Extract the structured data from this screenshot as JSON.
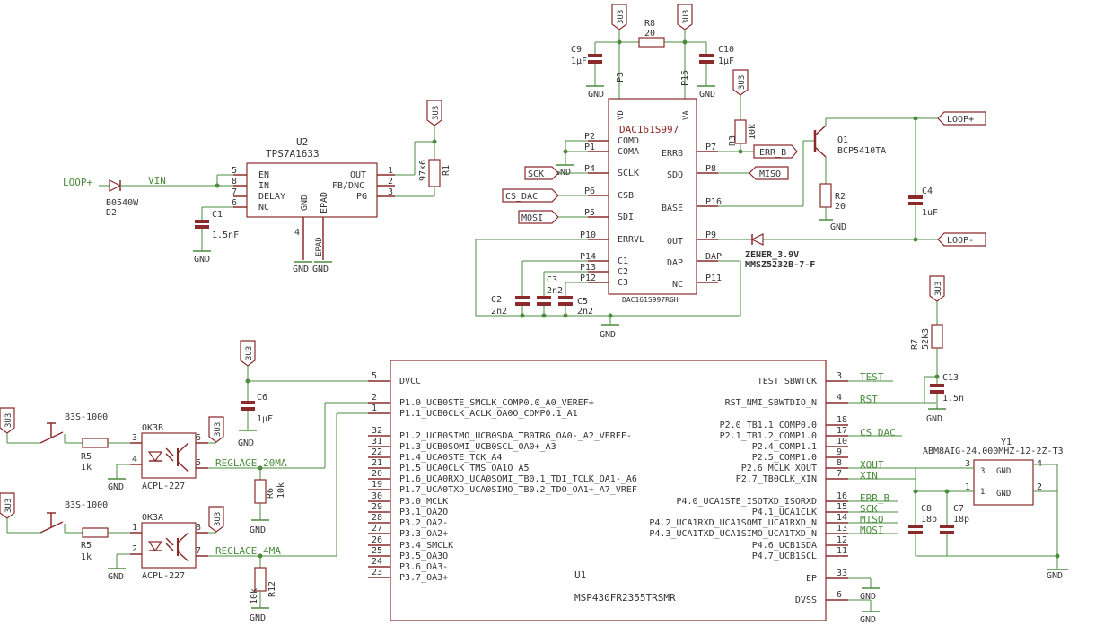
{
  "power": {
    "v33": "3U3",
    "gnd": "GND"
  },
  "u2": {
    "ref": "U2",
    "value": "TPS7A1633",
    "pins_left": [
      {
        "num": "5",
        "name": "EN"
      },
      {
        "num": "8",
        "name": "IN"
      },
      {
        "num": "7",
        "name": "DELAY"
      },
      {
        "num": "6",
        "name": "NC"
      }
    ],
    "pins_right": [
      {
        "num": "1",
        "name": "OUT"
      },
      {
        "num": "2",
        "name": "FB/DNC"
      },
      {
        "num": "3",
        "name": "PG"
      }
    ],
    "inner": [
      "GND",
      "EPAD"
    ],
    "pin_gnd": "4",
    "pin_epad": "EPAD"
  },
  "d2": {
    "ref": "D2",
    "value": "B0540W"
  },
  "c1": {
    "ref": "C1",
    "value": "1.5nF"
  },
  "r1": {
    "ref": "R1",
    "value": "97k6"
  },
  "nets": {
    "loop_plus": "LOOP+",
    "loop_minus": "LOOP-",
    "vin": "VIN",
    "err_b": "ERR_B",
    "miso": "MISO",
    "sck": "SCK",
    "cs_dac": "CS_DAC",
    "mosi": "MOSI",
    "reglage_20": "REGLAGE_20MA",
    "reglage_4": "REGLAGE_4MA",
    "test": "TEST",
    "rst": "RST",
    "xout": "XOUT",
    "xin": "XIN",
    "err_b2": "ERR_B",
    "sck2": "SCK",
    "miso2": "MISO",
    "mosi2": "MOSI",
    "cs_dac2": "CS_DAC"
  },
  "dac": {
    "ref": "DAC161S997",
    "value": "DAC161S997RGH",
    "top_pins": [
      {
        "num": "P3",
        "name": "VD"
      },
      {
        "num": "P15",
        "name": "VA"
      }
    ],
    "left_pins": [
      {
        "num": "P2",
        "name": "COMD"
      },
      {
        "num": "P1",
        "name": "COMA"
      },
      {
        "num": "P4",
        "name": "SCLK"
      },
      {
        "num": "P6",
        "name": "CSB"
      },
      {
        "num": "P5",
        "name": "SDI"
      },
      {
        "num": "P10",
        "name": "ERRVL"
      },
      {
        "num": "P14",
        "name": "C1"
      },
      {
        "num": "P13",
        "name": "C2"
      },
      {
        "num": "P12",
        "name": "C3"
      }
    ],
    "right_pins": [
      {
        "num": "P7",
        "name": "ERRB"
      },
      {
        "num": "P8",
        "name": "SDO"
      },
      {
        "num": "P16",
        "name": "BASE"
      },
      {
        "num": "P9",
        "name": "OUT"
      },
      {
        "num": "DAP",
        "name": "DAP"
      },
      {
        "num": "P11",
        "name": "NC"
      }
    ]
  },
  "r8": {
    "ref": "R8",
    "value": "20"
  },
  "c9": {
    "ref": "C9",
    "value": "1µF"
  },
  "c10": {
    "ref": "C10",
    "value": "1µF"
  },
  "r3": {
    "ref": "R3",
    "value": "10k"
  },
  "q1": {
    "ref": "Q1",
    "value": "BCP5410TA"
  },
  "r2": {
    "ref": "R2",
    "value": "20"
  },
  "c4": {
    "ref": "C4",
    "value": "1uF"
  },
  "zener": {
    "value": "ZENER_3.9V",
    "part": "MMSZ5232B-7-F"
  },
  "c2": {
    "ref": "C2",
    "value": "2n2"
  },
  "c3": {
    "ref": "C3",
    "value": "2n2"
  },
  "c5": {
    "ref": "C5",
    "value": "2n2"
  },
  "u1": {
    "ref": "U1",
    "value": "MSP430FR2355TRSMR",
    "left_pins": [
      {
        "num": "5",
        "name": "DVCC"
      },
      {
        "num": "2",
        "name": "P1.0_UCB0STE_SMCLK_COMP0.0_A0_VEREF+"
      },
      {
        "num": "1",
        "name": "P1.1_UCB0CLK_ACLK_OA0O_COMP0.1_A1"
      },
      {
        "num": "32",
        "name": "P1.2_UCB0SIMO_UCB0SDA_TB0TRG_OA0-_A2_VEREF-"
      },
      {
        "num": "31",
        "name": "P1.3_UCB0SOMI_UCB0SCL_OA0+_A3"
      },
      {
        "num": "22",
        "name": "P1.4_UCA0STE_TCK_A4"
      },
      {
        "num": "21",
        "name": "P1.5_UCA0CLK_TMS_OA1O_A5"
      },
      {
        "num": "20",
        "name": "P1.6_UCA0RXD_UCA0SOMI_TB0.1_TDI_TCLK_OA1-_A6"
      },
      {
        "num": "19",
        "name": "P1.7_UCA0TXD_UCA0SIMO_TB0.2_TDO_OA1+_A7_VREF"
      },
      {
        "num": "30",
        "name": "P3.0_MCLK"
      },
      {
        "num": "29",
        "name": "P3.1_OA2O"
      },
      {
        "num": "28",
        "name": "P3.2_OA2-"
      },
      {
        "num": "27",
        "name": "P3.3_OA2+"
      },
      {
        "num": "26",
        "name": "P3.4_SMCLK"
      },
      {
        "num": "25",
        "name": "P3.5_OA3O"
      },
      {
        "num": "24",
        "name": "P3.6_OA3-"
      },
      {
        "num": "23",
        "name": "P3.7_OA3+"
      }
    ],
    "right_pins": [
      {
        "num": "3",
        "name": "TEST_SBWTCK"
      },
      {
        "num": "4",
        "name": "RST_NMI_SBWTDIO_N"
      },
      {
        "num": "18",
        "name": "P2.0_TB1.1_COMP0.0"
      },
      {
        "num": "17",
        "name": "P2.1_TB1.2_COMP1.0"
      },
      {
        "num": "10",
        "name": "P2.4_COMP1.1"
      },
      {
        "num": "9",
        "name": "P2.5_COMP1.0"
      },
      {
        "num": "8",
        "name": "P2.6_MCLK_XOUT"
      },
      {
        "num": "7",
        "name": "P2.7_TB0CLK_XIN"
      },
      {
        "num": "16",
        "name": "P4.0_UCA1STE_ISOTXD_ISORXD"
      },
      {
        "num": "15",
        "name": "P4.1_UCA1CLK"
      },
      {
        "num": "14",
        "name": "P4.2_UCA1RXD_UCA1SOMI_UCA1RXD_N"
      },
      {
        "num": "13",
        "name": "P4.3_UCA1TXD_UCA1SIMO_UCA1TXD_N"
      },
      {
        "num": "12",
        "name": "P4.6_UCB1SDA"
      },
      {
        "num": "11",
        "name": "P4.7_UCB1SCL"
      },
      {
        "num": "33",
        "name": "EP"
      },
      {
        "num": "6",
        "name": "DVSS"
      }
    ]
  },
  "c6": {
    "ref": "C6",
    "value": "1µF"
  },
  "r6": {
    "ref": "R6",
    "value": "10k"
  },
  "r12": {
    "ref": "R12",
    "value": "10k"
  },
  "r7": {
    "ref": "R7",
    "value": "52k3"
  },
  "c13": {
    "ref": "C13",
    "value": "1.5n"
  },
  "y1": {
    "ref": "Y1",
    "value": "ABM8AIG-24.000MHZ-12-2Z-T3",
    "pins": [
      "3",
      "4",
      "1",
      "2"
    ],
    "inner": [
      "GND",
      "GND"
    ]
  },
  "c8": {
    "ref": "C8",
    "value": "18p"
  },
  "c7": {
    "ref": "C7",
    "value": "18p"
  },
  "sw1": {
    "value": "B3S-1000"
  },
  "sw2": {
    "value": "B3S-1000"
  },
  "r5a": {
    "ref": "R5",
    "value": "1k"
  },
  "r5b": {
    "ref": "R5",
    "value": "1k"
  },
  "ok3b": {
    "ref": "OK3B",
    "value": "ACPL-227",
    "pins": [
      "3",
      "4",
      "6",
      "5"
    ]
  },
  "ok3a": {
    "ref": "OK3A",
    "value": "ACPL-227",
    "pins": [
      "1",
      "2",
      "8",
      "7"
    ]
  }
}
